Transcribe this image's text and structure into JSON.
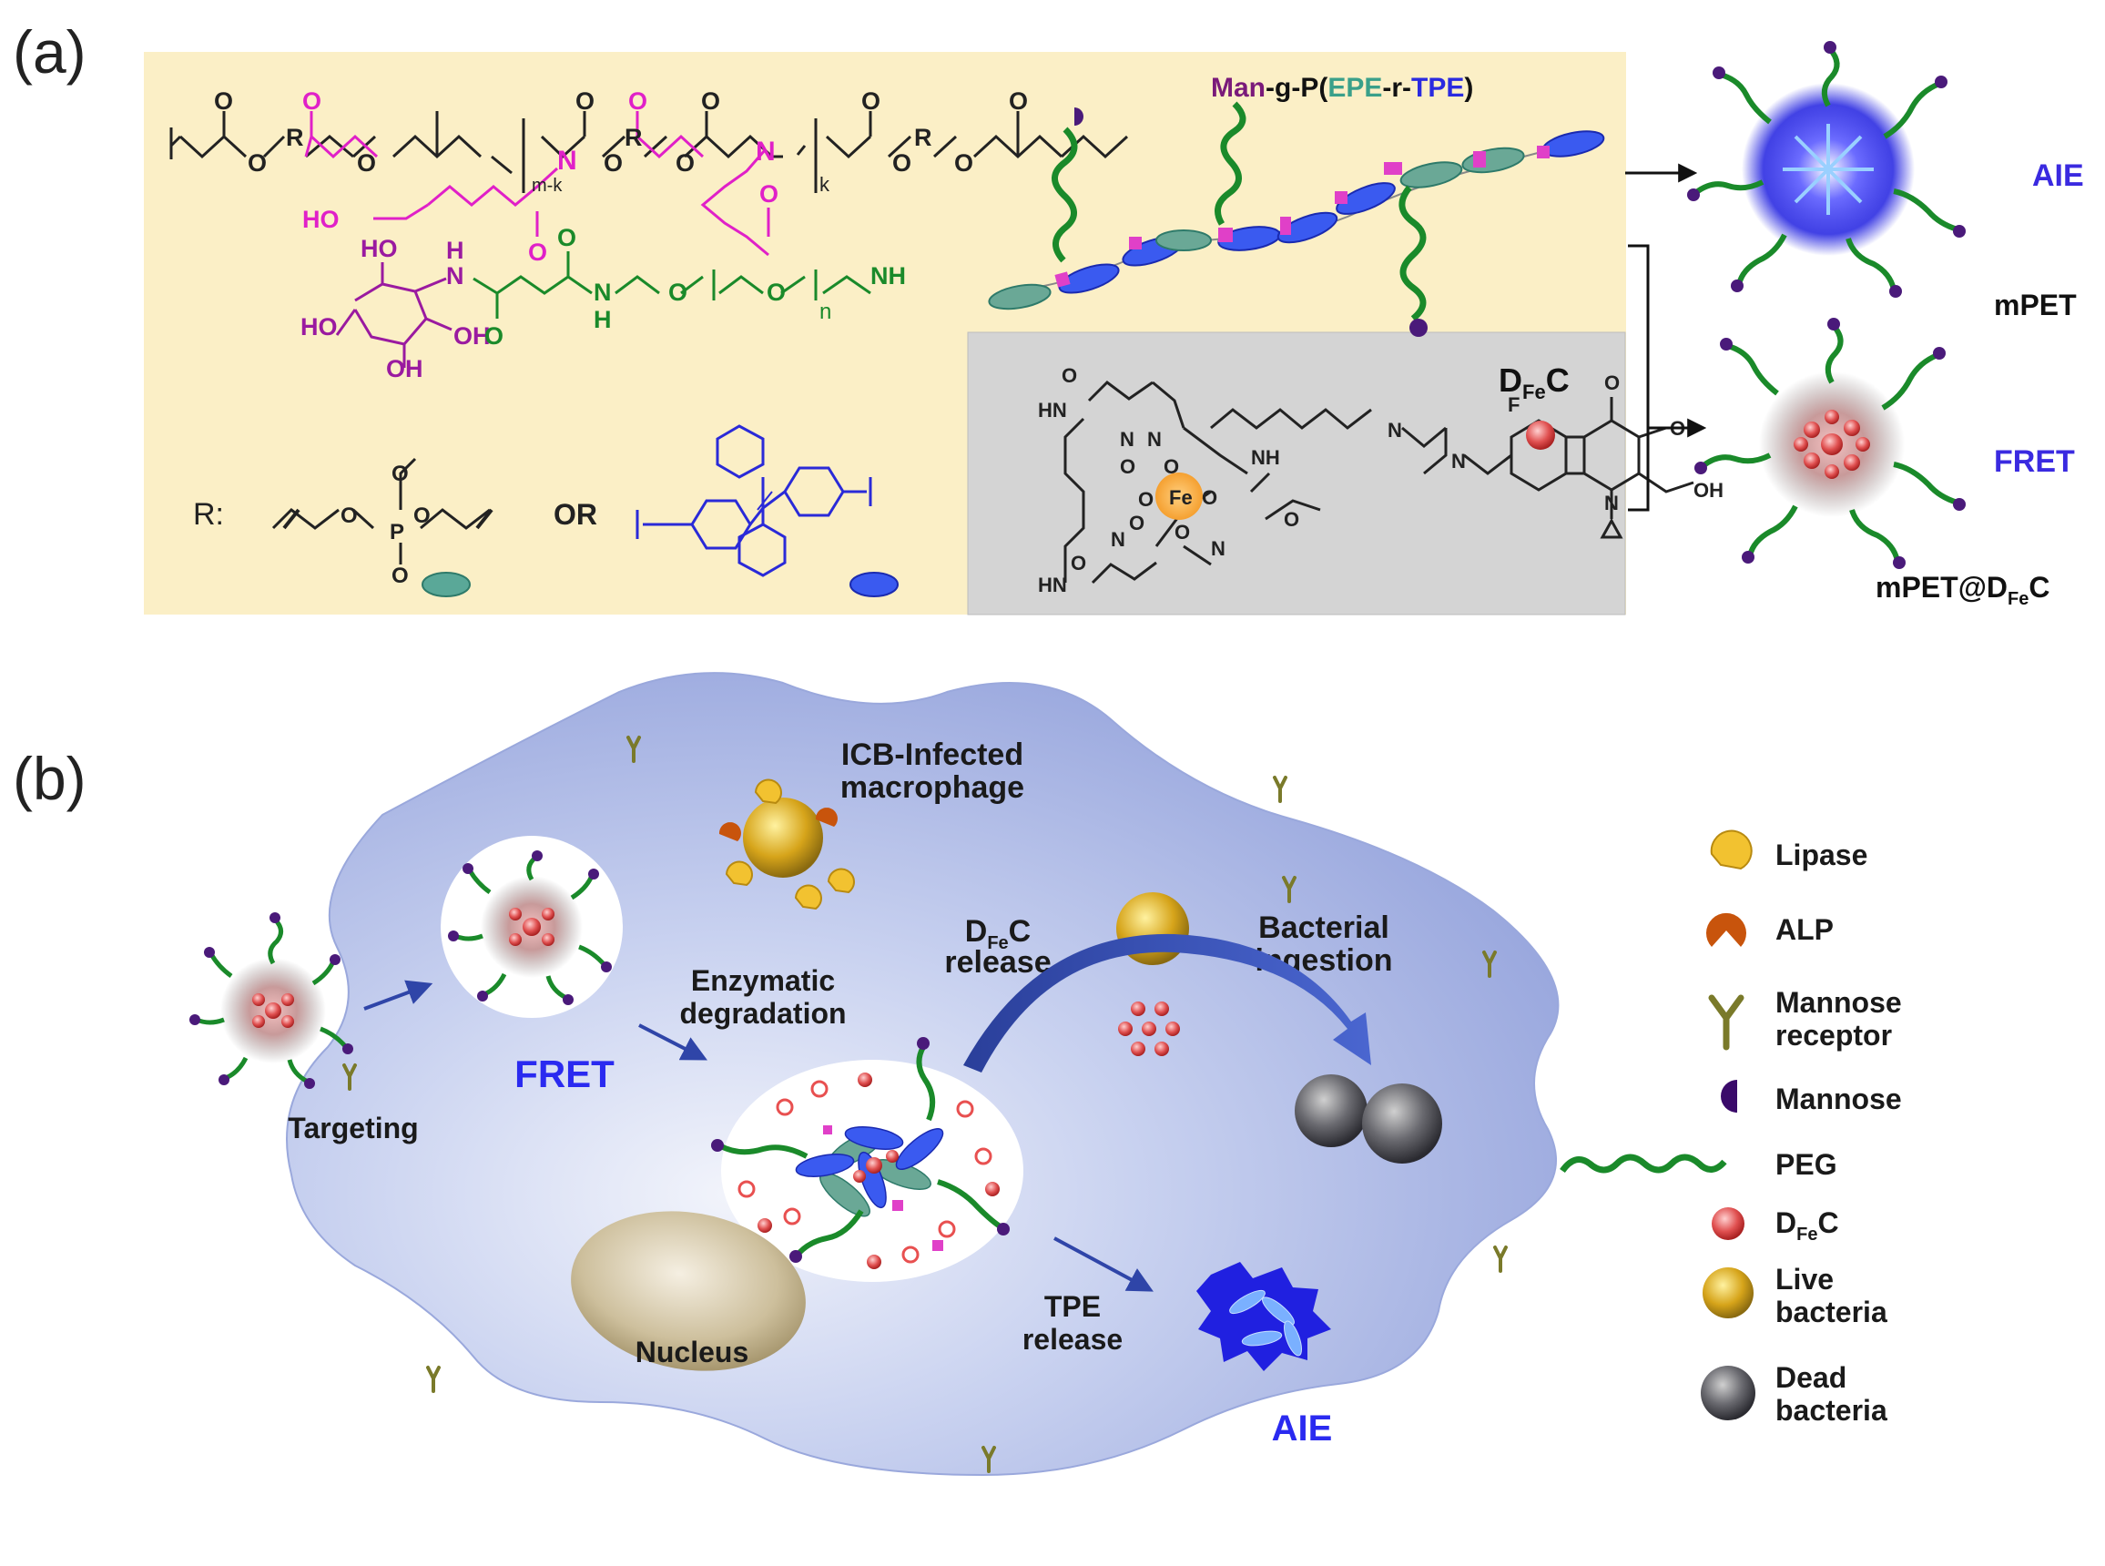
{
  "panel_a": {
    "label": "(a)",
    "polymer_name": {
      "man": "Man",
      "g": "-g-",
      "p": "P(",
      "epe": "EPE",
      "r": "-r-",
      "tpe": "TPE",
      "close": ")"
    },
    "subscript_mk": "m-k",
    "subscript_k": "k",
    "subscript_n": "n",
    "r_label": "R:",
    "or_label": "OR",
    "atom_o": "O",
    "atom_r": "R",
    "atom_n": "N",
    "atom_p": "P",
    "atom_nh": "NH",
    "atom_h": "H",
    "atom_ho": "HO",
    "atom_oh": "OH",
    "atom_hn": "HN",
    "atom_fe": "Fe",
    "atom_f": "F",
    "drug_label": {
      "d": "D",
      "sub": "Fe",
      "c": "C"
    },
    "aie_label": "AIE",
    "mpet_label": "mPET",
    "fret_label": "FRET",
    "mpet_dfec_label": {
      "main": "mPET@D",
      "sub": "Fe",
      "c": "C"
    }
  },
  "panel_b": {
    "label": "(b)",
    "cell_title_1": "ICB-Infected",
    "cell_title_2": "macrophage",
    "targeting": "Targeting",
    "fret": "FRET",
    "enzymatic_1": "Enzymatic",
    "enzymatic_2": "degradation",
    "dfec_release": {
      "d": "D",
      "sub": "Fe",
      "c": "C",
      "line2": "release"
    },
    "bacterial_1": "Bacterial",
    "bacterial_2": "ingestion",
    "tpe_1": "TPE",
    "tpe_2": "release",
    "nucleus": "Nucleus",
    "aie": "AIE"
  },
  "legend": {
    "lipase": "Lipase",
    "alp": "ALP",
    "mannose_receptor_1": "Mannose",
    "mannose_receptor_2": "receptor",
    "mannose": "Mannose",
    "peg": "PEG",
    "dfec": {
      "d": "D",
      "sub": "Fe",
      "c": "C"
    },
    "live_1": "Live",
    "live_2": "bacteria",
    "dead_1": "Dead",
    "dead_2": "bacteria"
  },
  "colors": {
    "panel_a_bg": "#fbefc6",
    "drug_box_bg": "#d4d4d4",
    "magenta": "#e020c8",
    "green": "#1a8a2a",
    "purple_sugar": "#9a1aa0",
    "tpe_blue": "#2a2ad8",
    "teal": "#3a9a86",
    "mannose": "#3a0a6a",
    "cell_fill": "#a9b7e6",
    "label_blue": "#2a2af0"
  }
}
